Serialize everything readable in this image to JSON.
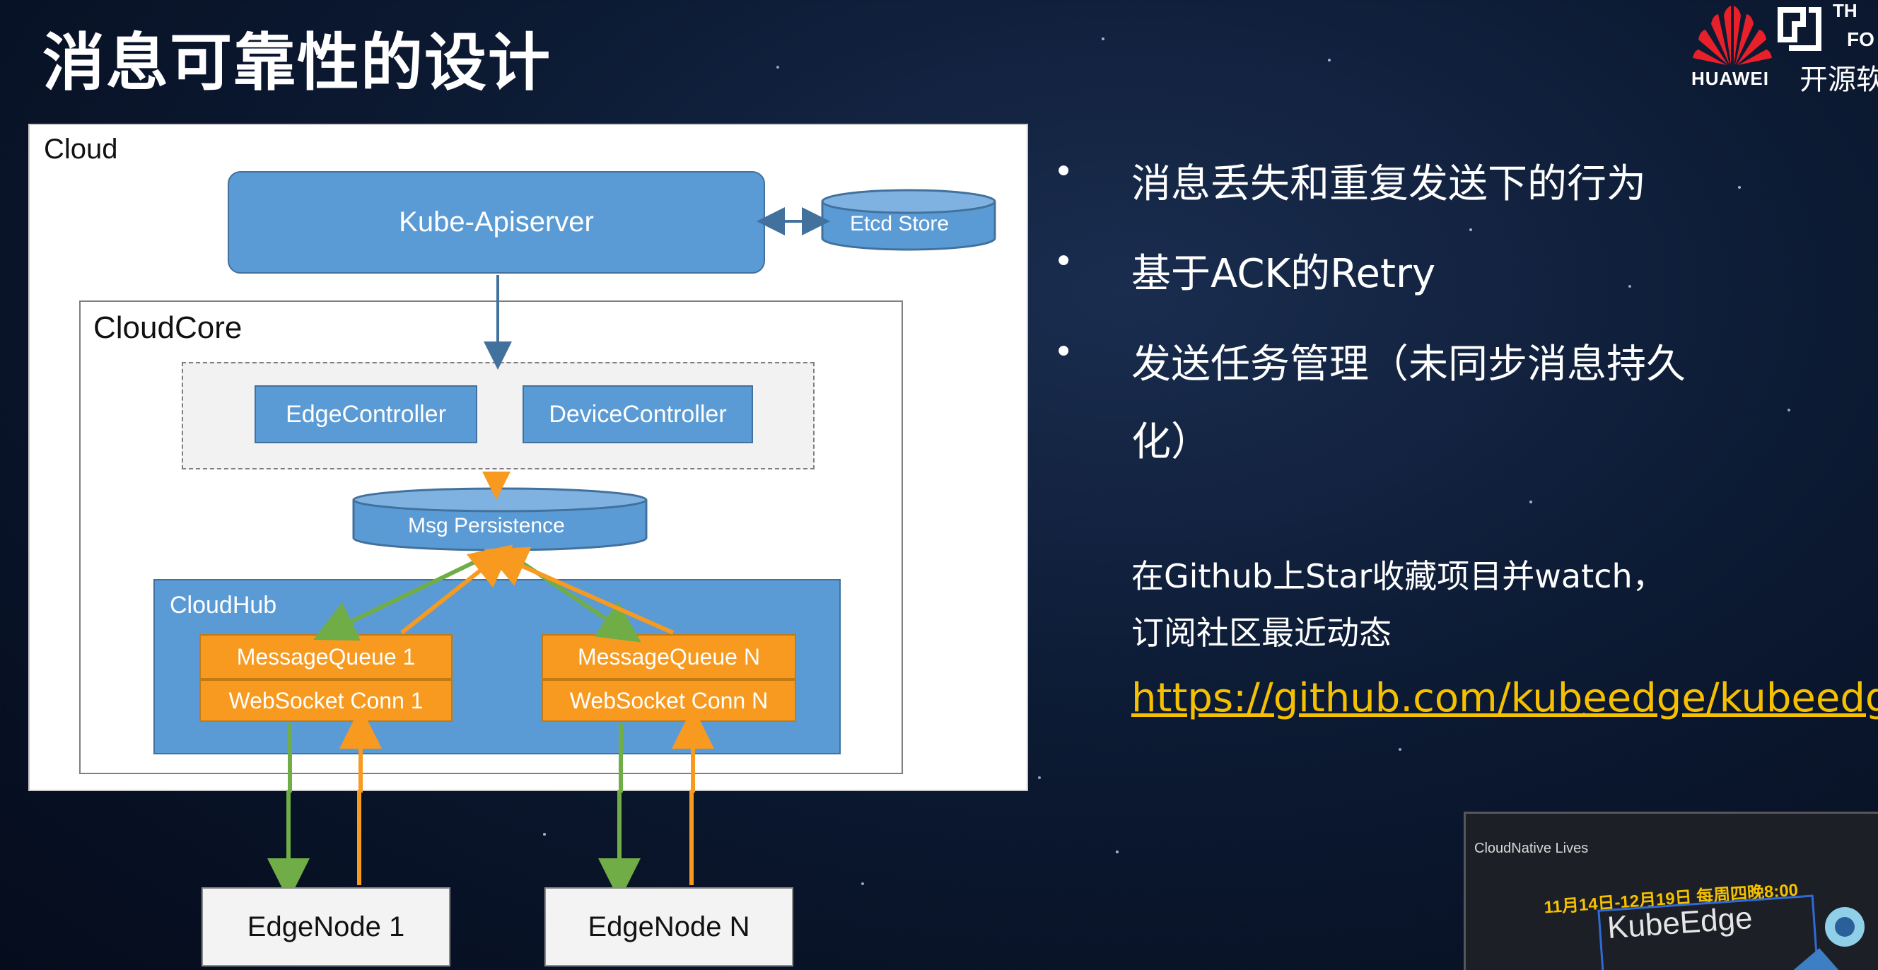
{
  "slide": {
    "title": "消息可靠性的设计"
  },
  "logo": {
    "brand": "HUAWEI",
    "cn_text": "开源软",
    "corner_top": "TH",
    "corner_mid": "FO"
  },
  "diagram": {
    "cloud_label": "Cloud",
    "apiserver": "Kube-Apiserver",
    "etcd": "Etcd Store",
    "cloudcore_label": "CloudCore",
    "edge_controller": "EdgeController",
    "device_controller": "DeviceController",
    "msg_persistence": "Msg Persistence",
    "cloudhub_label": "CloudHub",
    "mq1": "MessageQueue 1",
    "ws1": "WebSocket Conn 1",
    "mqn": "MessageQueue N",
    "wsn": "WebSocket Conn N",
    "edgenode1": "EdgeNode 1",
    "edgenoden": "EdgeNode N",
    "colors": {
      "blue": "#5b9bd5",
      "orange": "#f79a1f",
      "green_arrow": "#70ad47",
      "orange_arrow": "#f79a1f"
    }
  },
  "bullets": [
    {
      "dot": "•",
      "text": "消息丢失和重复发送下的行为"
    },
    {
      "dot": "•",
      "text": "基于ACK的Retry"
    },
    {
      "dot": "•",
      "text": "发送任务管理（未同步消息持久"
    },
    {
      "dot": "",
      "text": "化）"
    }
  ],
  "github": {
    "line1": "在Github上Star收藏项目并watch，",
    "line2": "订阅社区最近动态",
    "link": "https://github.com/kubeedge/kubeedge",
    "link_color": "#f5c000"
  },
  "inset": {
    "brand": "CloudNative Lives",
    "dates": "11月14日-12月19日  每周四晚8:00",
    "title": "KubeEdge"
  }
}
